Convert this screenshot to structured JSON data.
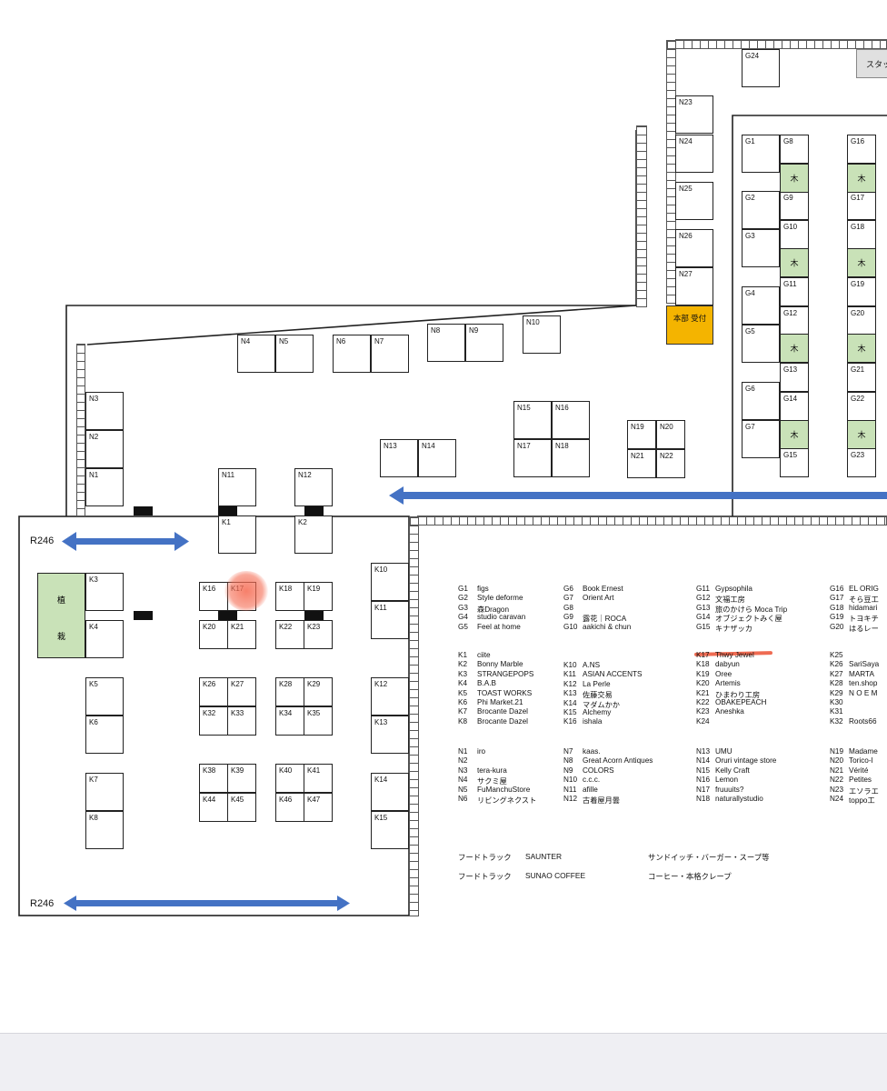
{
  "map": {
    "roads": [
      {
        "id": "top",
        "label": "R246"
      },
      {
        "id": "bottom",
        "label": "R246"
      }
    ],
    "planter_label_top": "植",
    "planter_label_bottom": "栽",
    "tree_label": "木",
    "office_label": "本部 受付",
    "staff_label": "スタッ",
    "booths_n": [
      "N1",
      "N2",
      "N3",
      "N4",
      "N5",
      "N6",
      "N7",
      "N8",
      "N9",
      "N10",
      "N11",
      "N12",
      "N13",
      "N14",
      "N15",
      "N16",
      "N17",
      "N18",
      "N19",
      "N20",
      "N21",
      "N22",
      "N23",
      "N24",
      "N25",
      "N26",
      "N27"
    ],
    "booths_g": [
      "G1",
      "G2",
      "G3",
      "G4",
      "G5",
      "G6",
      "G7",
      "G8",
      "G9",
      "G10",
      "G11",
      "G12",
      "G13",
      "G14",
      "G15",
      "G16",
      "G17",
      "G18",
      "G19",
      "G20",
      "G21",
      "G22",
      "G23",
      "G24"
    ],
    "booths_k": [
      "K1",
      "K2",
      "K3",
      "K4",
      "K5",
      "K6",
      "K7",
      "K8",
      "K10",
      "K11",
      "K12",
      "K13",
      "K14",
      "K15",
      "K16",
      "K17",
      "K18",
      "K19",
      "K20",
      "K21",
      "K22",
      "K23",
      "K26",
      "K27",
      "K28",
      "K29",
      "K32",
      "K33",
      "K34",
      "K35",
      "K38",
      "K39",
      "K40",
      "K41",
      "K44",
      "K45",
      "K46",
      "K47"
    ],
    "highlighted_booth": "K17",
    "arrow_color": "#4472c4",
    "tree_color": "#c9e2b8",
    "office_color": "#f4b400",
    "highlight_color": "#ef6b52"
  },
  "legend": {
    "G": [
      [
        "G1",
        "figs"
      ],
      [
        "G2",
        "Style deforme"
      ],
      [
        "G3",
        "森Dragon"
      ],
      [
        "G4",
        "studio caravan"
      ],
      [
        "G5",
        "Feel at home"
      ],
      [
        "G6",
        "Book Ernest"
      ],
      [
        "G7",
        "Orient Art"
      ],
      [
        "G8",
        ""
      ],
      [
        "G9",
        "露花｜ROCA"
      ],
      [
        "G10",
        "aakichi & chun"
      ],
      [
        "G11",
        "Gypsophila"
      ],
      [
        "G12",
        "文福工房"
      ],
      [
        "G13",
        "旅のかけら Moca Trip"
      ],
      [
        "G14",
        "オブジェクトみく屋"
      ],
      [
        "G15",
        "キナザッカ"
      ],
      [
        "G16",
        "EL ORIG"
      ],
      [
        "G17",
        "そら豆工"
      ],
      [
        "G18",
        "hidamari"
      ],
      [
        "G19",
        "トヨキチ"
      ],
      [
        "G20",
        "はるレー"
      ]
    ],
    "K": [
      [
        "K1",
        "ciite"
      ],
      [
        "K2",
        "Bonny Marble"
      ],
      [
        "K3",
        "STRANGEPOPS"
      ],
      [
        "K4",
        "B.A.B"
      ],
      [
        "K5",
        "TOAST WORKS"
      ],
      [
        "K6",
        "Phi Market.21"
      ],
      [
        "K7",
        "Brocante Dazel"
      ],
      [
        "K8",
        "Brocante Dazel"
      ],
      [
        "K10",
        "A.NS"
      ],
      [
        "K11",
        "ASIAN ACCENTS"
      ],
      [
        "K12",
        "La Perle"
      ],
      [
        "K13",
        "佐藤交易"
      ],
      [
        "K14",
        "マダムかか"
      ],
      [
        "K15",
        "Alchemy"
      ],
      [
        "K16",
        "ishala"
      ],
      [
        "K17",
        "Thwy Jewel"
      ],
      [
        "K18",
        "dabyun"
      ],
      [
        "K19",
        "Oree"
      ],
      [
        "K20",
        "Artemis"
      ],
      [
        "K21",
        "ひまわり工房"
      ],
      [
        "K22",
        "OBAKEPEACH"
      ],
      [
        "K23",
        "Aneshka"
      ],
      [
        "K24",
        ""
      ],
      [
        "K25",
        ""
      ],
      [
        "K26",
        "SariSaya"
      ],
      [
        "K27",
        "MARTA"
      ],
      [
        "K28",
        "ten.shop"
      ],
      [
        "K29",
        "N O E M"
      ],
      [
        "K30",
        ""
      ],
      [
        "K31",
        ""
      ],
      [
        "K32",
        "Roots66"
      ]
    ],
    "N": [
      [
        "N1",
        "iro"
      ],
      [
        "N2",
        ""
      ],
      [
        "N3",
        "tera-kura"
      ],
      [
        "N4",
        "サクミ屋"
      ],
      [
        "N5",
        "FuManchuStore"
      ],
      [
        "N6",
        "リビングネクスト"
      ],
      [
        "N7",
        "kaas."
      ],
      [
        "N8",
        "Great Acorn Antiques"
      ],
      [
        "N9",
        "COLORS"
      ],
      [
        "N10",
        "c.c.c."
      ],
      [
        "N11",
        "afille"
      ],
      [
        "N12",
        "古着屋月曇"
      ],
      [
        "N13",
        "UMU"
      ],
      [
        "N14",
        "Oruri vintage store"
      ],
      [
        "N15",
        "Kelly Craft"
      ],
      [
        "N16",
        "Lemon"
      ],
      [
        "N17",
        "fruuuits?"
      ],
      [
        "N18",
        "naturallystudio"
      ],
      [
        "N19",
        "Madame"
      ],
      [
        "N20",
        "Torico-l"
      ],
      [
        "N21",
        "Vérité"
      ],
      [
        "N22",
        "Petites"
      ],
      [
        "N23",
        "エソラエ"
      ],
      [
        "N24",
        "toppo工"
      ]
    ]
  },
  "food": [
    {
      "type": "フードトラック",
      "name": "SAUNTER",
      "desc": "サンドイッチ・バーガー・スープ等"
    },
    {
      "type": "フードトラック",
      "name": "SUNAO COFFEE",
      "desc": "コーヒー・本格クレープ"
    }
  ]
}
